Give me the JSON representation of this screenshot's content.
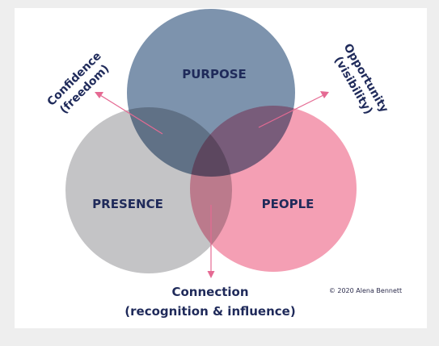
{
  "diagram": {
    "circles": {
      "purpose": {
        "label": "PURPOSE",
        "color": "#7d93ad"
      },
      "presence": {
        "label": "PRESENCE",
        "color": "#c4c4c6"
      },
      "people": {
        "label": "PEOPLE",
        "color": "#f49fb4"
      }
    },
    "outcomes": {
      "confidence": {
        "line1": "Confidence",
        "line2": "(freedom)"
      },
      "opportunity": {
        "line1": "Opportunity",
        "line2": "(visibility)"
      },
      "connection": {
        "line1": "Connection",
        "line2": "(recognition & influence)"
      }
    },
    "arrow_color": "#e56a93",
    "copyright": "© 2020 Alena Bennett"
  }
}
